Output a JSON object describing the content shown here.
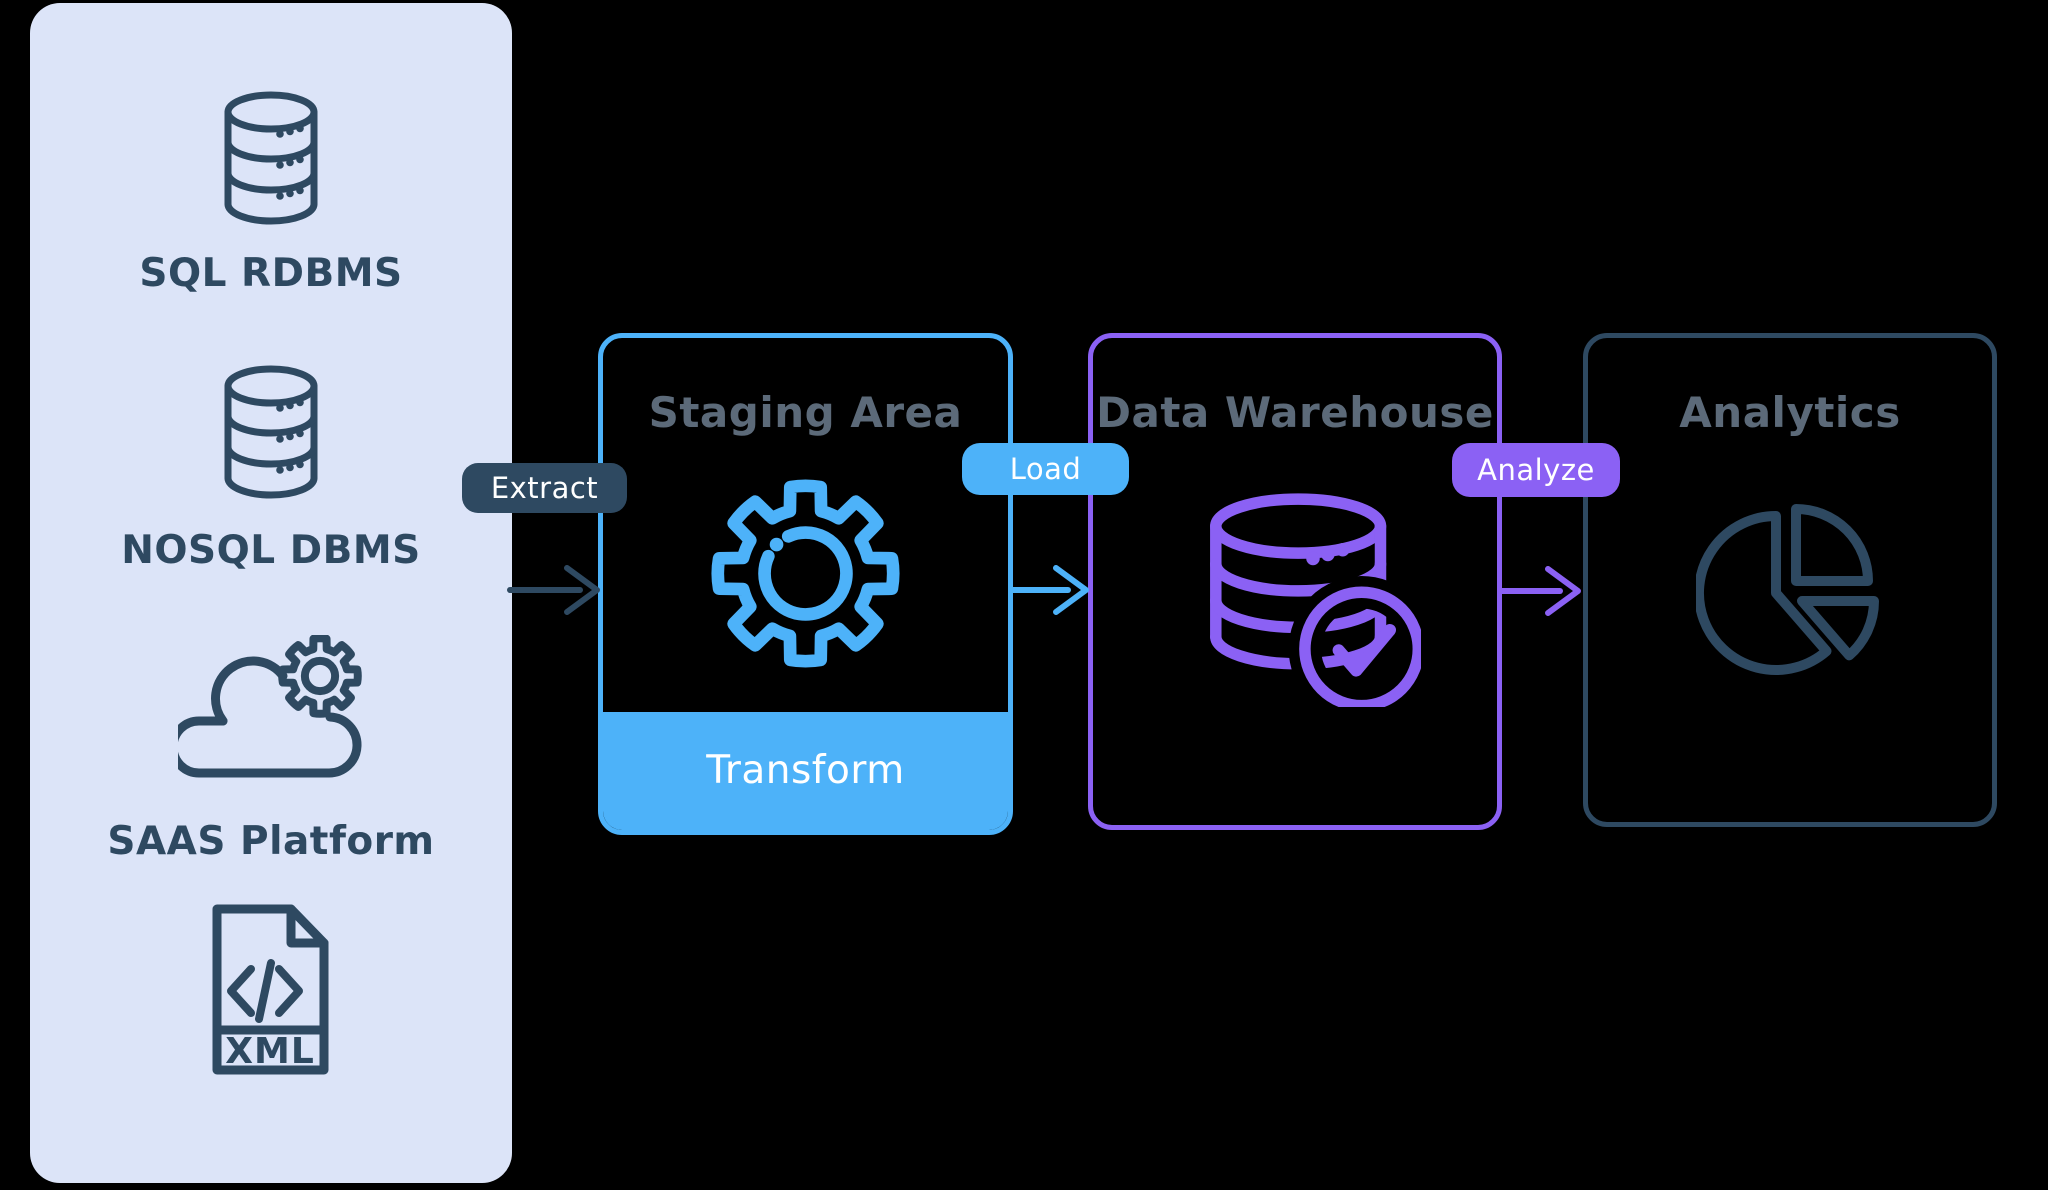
{
  "colors": {
    "background": "#000000",
    "panel": "#dce4f8",
    "navy": "#2e4961",
    "slate_title": "#5c6a79",
    "blue": "#4db2f9",
    "purple": "#8b61f4",
    "white": "#ffffff"
  },
  "sources": {
    "items": [
      {
        "label": "SQL RDBMS",
        "icon": "database-icon"
      },
      {
        "label": "NOSQL DBMS",
        "icon": "database-icon"
      },
      {
        "label": "SAAS Platform",
        "icon": "cloud-gear-icon"
      },
      {
        "label": "XML",
        "icon": "xml-document-icon"
      }
    ]
  },
  "pipeline": {
    "stages": [
      {
        "title": "Staging Area",
        "icon": "gear-icon",
        "footer_label": "Transform",
        "accent": "#4db2f9"
      },
      {
        "title": "Data Warehouse",
        "icon": "database-check-icon",
        "accent": "#8b61f4"
      },
      {
        "title": "Analytics",
        "icon": "pie-chart-icon",
        "accent": "#2e4961"
      }
    ],
    "connectors": [
      {
        "label": "Extract",
        "color": "#2e4961"
      },
      {
        "label": "Load",
        "color": "#4db2f9"
      },
      {
        "label": "Analyze",
        "color": "#8b61f4"
      }
    ]
  }
}
